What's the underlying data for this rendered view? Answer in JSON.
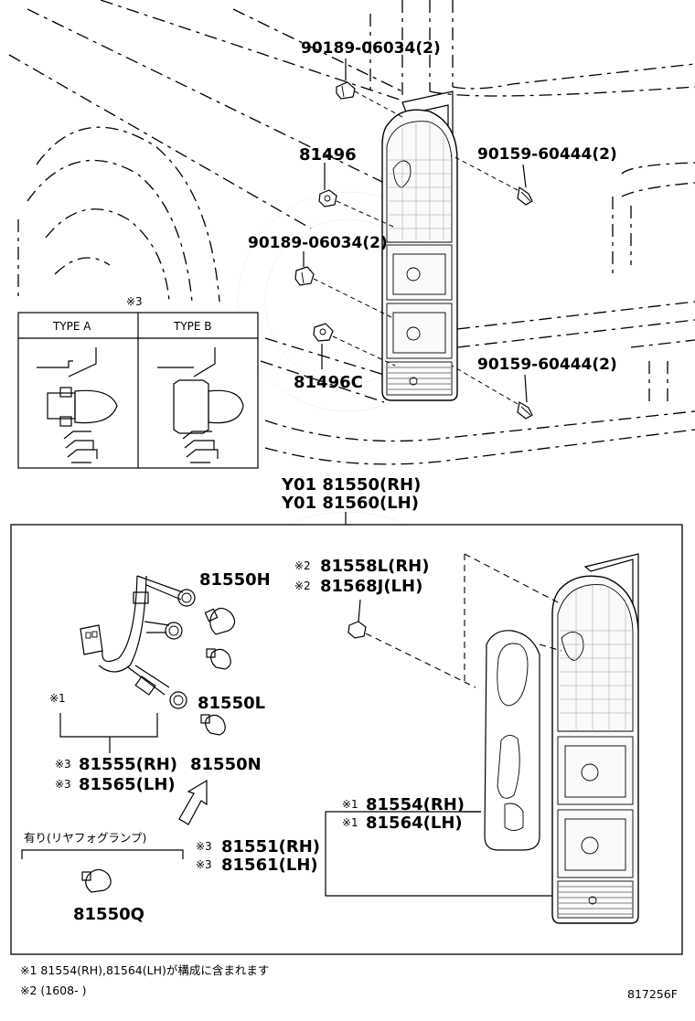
{
  "diagram": {
    "parts": {
      "clip_upper": "90189-06034(2)",
      "nut_81496": "81496",
      "screw_upper": "90159-60444(2)",
      "clip_lower": "90189-06034(2)",
      "nut_81496c": "81496C",
      "screw_lower": "90159-60444(2)",
      "assy_rh": "Y01 81550(RH)",
      "assy_lh": "Y01 81560(LH)",
      "bulb_h": "81550H",
      "bulb_l": "81550L",
      "bulb_n": "81550N",
      "bulb_q": "81550Q",
      "socket_rh": "81555(RH)",
      "socket_lh": "81565(LH)",
      "gasket_rh": "81554(RH)",
      "gasket_lh": "81564(LH)",
      "lens_rh": "81551(RH)",
      "lens_lh": "81561(LH)",
      "plug_rh": "81558L(RH)",
      "plug_lh": "81568J(LH)"
    },
    "marks": {
      "m1": "※1",
      "m2": "※2",
      "m3": "※3"
    },
    "inset": {
      "mark": "※3",
      "type_a": "TYPE A",
      "type_b": "TYPE B"
    },
    "fog_option": "有り(リヤフォグランプ)",
    "notes": {
      "note1": "※1 81554(RH),81564(LH)が構成に含まれます",
      "note2": "※2 (1608-      )"
    },
    "figure_id": "817256F"
  }
}
